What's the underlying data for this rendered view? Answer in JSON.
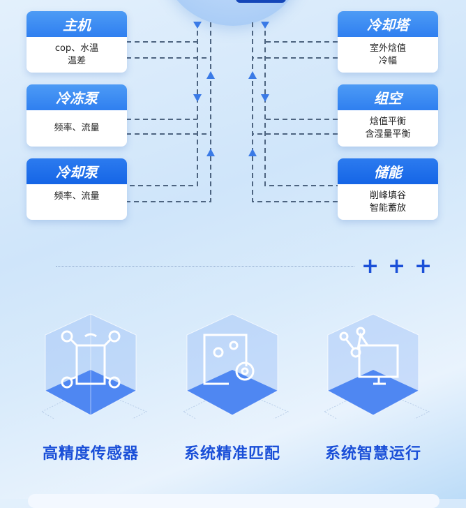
{
  "diagram": {
    "left_cards": [
      {
        "title": "主机",
        "lines": [
          "cop、水温",
          "温差"
        ]
      },
      {
        "title": "冷冻泵",
        "lines": [
          "频率、流量"
        ]
      },
      {
        "title": "冷却泵",
        "lines": [
          "频率、流量"
        ]
      }
    ],
    "right_cards": [
      {
        "title": "冷却塔",
        "lines": [
          "室外焓值",
          "冷幅"
        ]
      },
      {
        "title": "组空",
        "lines": [
          "焓值平衡",
          "含湿量平衡"
        ]
      },
      {
        "title": "储能",
        "lines": [
          "削峰填谷",
          "智能蓄放"
        ]
      }
    ]
  },
  "features": [
    {
      "label": "高精度传感器",
      "icon": "sensor-chip-icon"
    },
    {
      "label": "系统精准匹配",
      "icon": "gear-flow-icon"
    },
    {
      "label": "系统智慧运行",
      "icon": "monitor-network-icon"
    }
  ],
  "colors": {
    "accent": "#1a4fd8",
    "card_header": "#2f7ff0",
    "line": "#4d6480"
  }
}
